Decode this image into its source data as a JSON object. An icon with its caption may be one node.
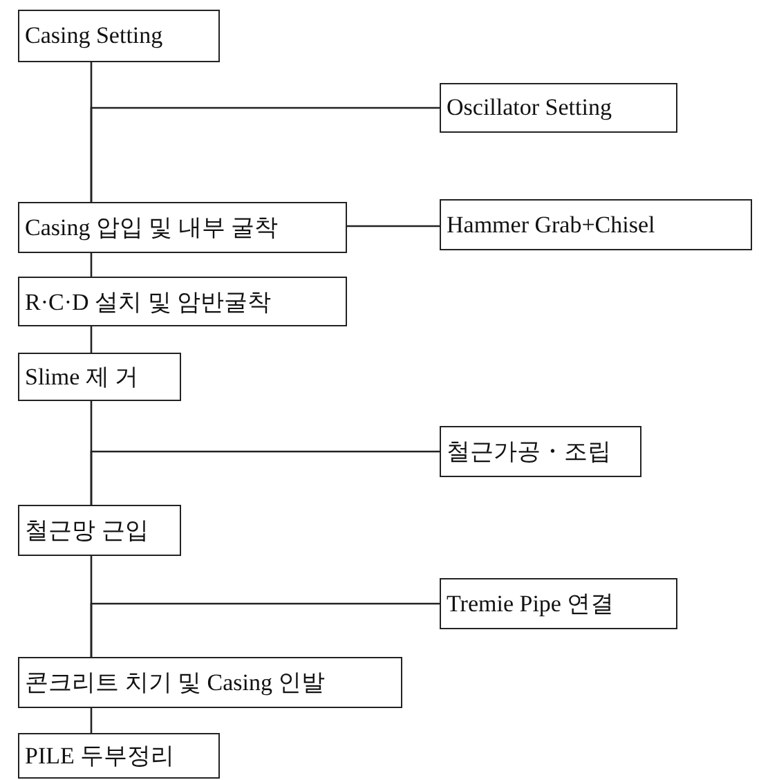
{
  "diagram": {
    "nodes": [
      {
        "text": [
          "Casing Setting"
        ]
      },
      {
        "text": [
          "Oscillator Setting"
        ]
      },
      {
        "text": [
          "Casing 압입 및 내부 굴착"
        ]
      },
      {
        "text": [
          "Hammer Grab+Chisel"
        ]
      },
      {
        "text": [
          "R·C·D 설치 및 암반굴착"
        ]
      },
      {
        "text": [
          "Slime 제 거"
        ]
      },
      {
        "text": [
          "철근가공・조립"
        ]
      },
      {
        "text": [
          "철근망 근입"
        ]
      },
      {
        "text": [
          "Tremie Pipe 연결"
        ]
      },
      {
        "text": [
          "콘크리트 치기 및 Casing 인발"
        ]
      },
      {
        "text": [
          "PILE 두부정리"
        ]
      }
    ],
    "edges": [
      {
        "from": 0,
        "to": 2,
        "arrow": "none"
      },
      {
        "from": 1,
        "to": 2,
        "arrow": "none"
      },
      {
        "from": 2,
        "to": 3,
        "arrow": "none"
      },
      {
        "from": 2,
        "to": 4,
        "arrow": "none"
      },
      {
        "from": 4,
        "to": 5,
        "arrow": "none"
      },
      {
        "from": 5,
        "to": 7,
        "arrow": "none"
      },
      {
        "from": 6,
        "to": 7,
        "arrow": "none"
      },
      {
        "from": 7,
        "to": 9,
        "arrow": "none"
      },
      {
        "from": 8,
        "to": 9,
        "arrow": "none"
      },
      {
        "from": 9,
        "to": 10,
        "arrow": "none"
      }
    ]
  }
}
